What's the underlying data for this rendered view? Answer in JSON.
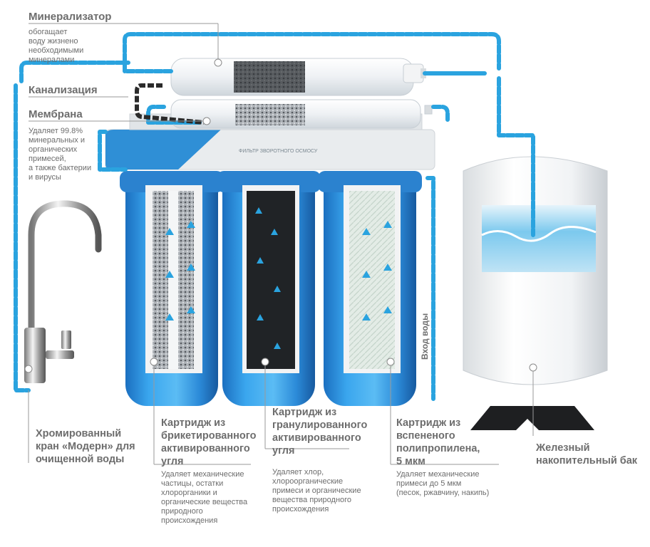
{
  "mineralizer": {
    "title": "Минерализатор",
    "desc": "обогащает\nводу жизнено\nнеобходимыми\nминералами"
  },
  "drain": {
    "title": "Канализация"
  },
  "membrane": {
    "title": "Мембрана",
    "desc": "Удаляет 99.8%\nминеральных и\nорганических\nпримесей,\nа также бактерии\nи вирусы"
  },
  "housing": {
    "label": "ФИЛЬТР ЗВОРОТНОГО ОСМОСУ"
  },
  "water_input": {
    "label": "Вход воды"
  },
  "faucet": {
    "title": "Хромированный\nкран «Модерн» для\nочищенной воды"
  },
  "cartridge_carbon_block": {
    "title": "Картридж из\nбрикетированного\nактивированного\nугля",
    "desc": "Удаляет механические\nчастицы, остатки\nхлорорганики и\nорганические вещества\nприродного\nпроисхождения"
  },
  "cartridge_granular": {
    "title": "Картридж из\nгранулированного\nактивированного\nугля",
    "desc": "Удаляет хлор,\nхлороорганические\nпримеси и органические\nвещества природного\nпроисхождения"
  },
  "cartridge_pp": {
    "title": "Картридж из\nвспененого\nполипропилена,\n5 мкм",
    "desc": "Удаляет механические\nпримеси до 5 мкм\n(песок, ржавчину, накипь)"
  },
  "tank": {
    "title": "Железный\nнакопительный бак"
  },
  "colors": {
    "pipe": "#2aa3df",
    "housing_blue": "#2f8fd6",
    "label_text": "#6d6d6d",
    "drain": "#2b2b2b"
  }
}
